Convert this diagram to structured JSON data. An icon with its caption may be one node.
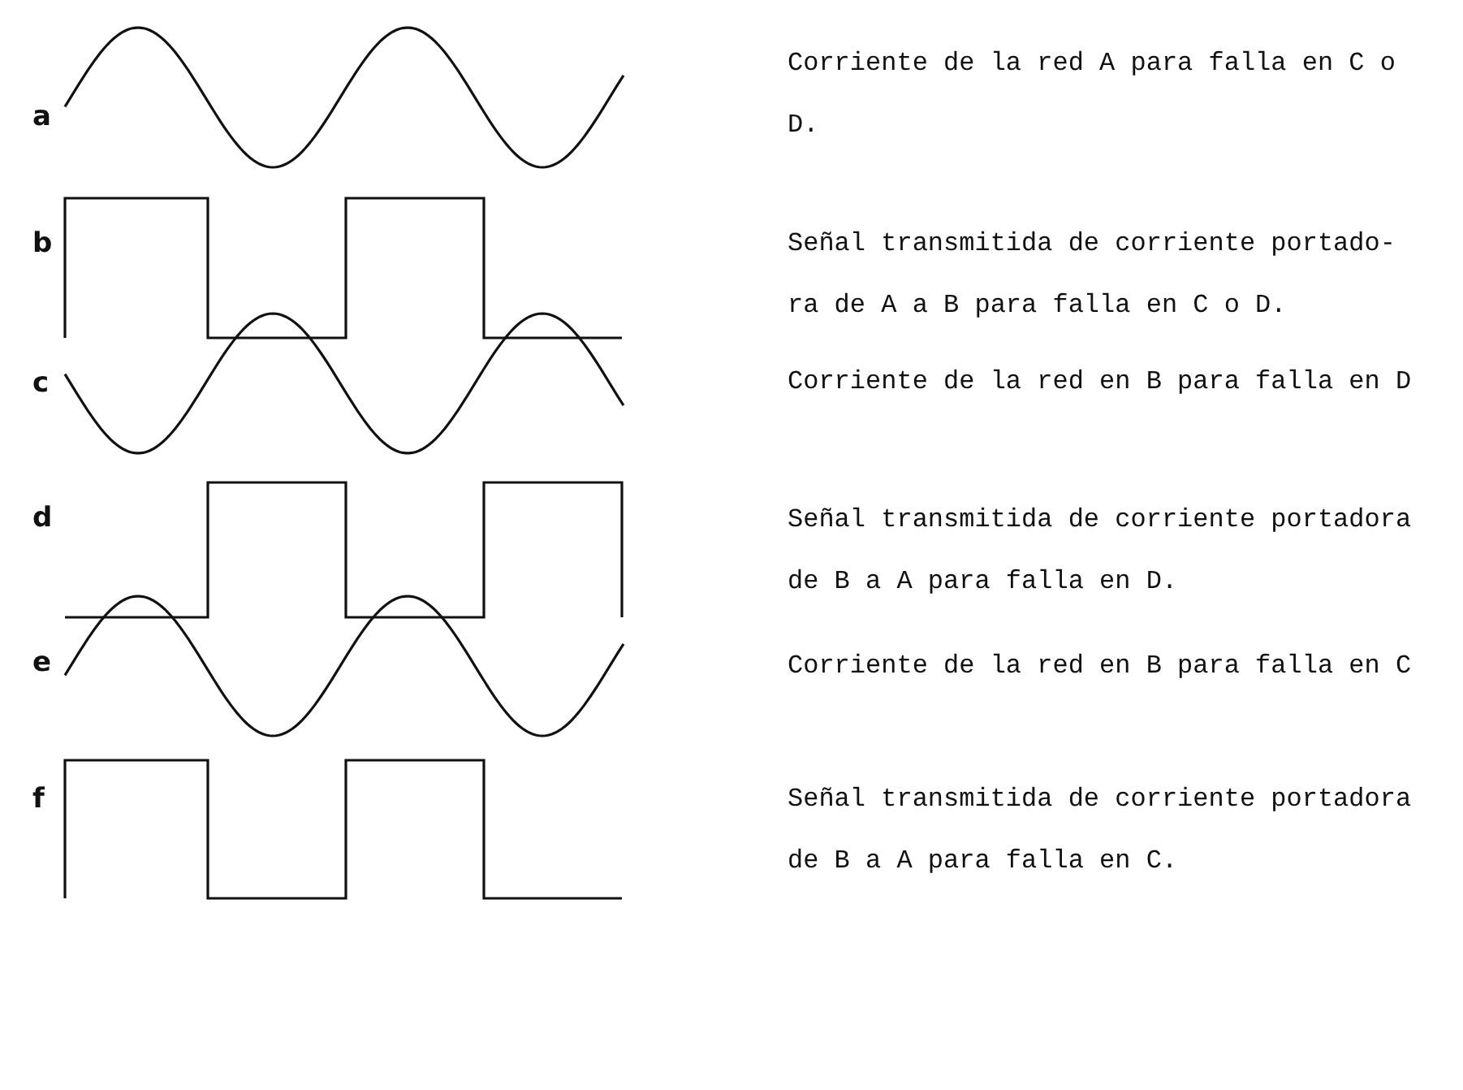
{
  "diagram": {
    "labels": [
      "a",
      "Corriente de la red A para falla en C o D.",
      "b",
      "Señal transmitida de corriente portado- ra de A a B para falla en C o D.",
      "c",
      "Corriente de la red en B para falla en D",
      "d",
      "Señal transmitida de corriente portadora de B a A para falla en D.",
      "e",
      "Corriente de la red en B para falla en C",
      "f",
      "Señal transmitida de corriente portadora de B a A para falla en C."
    ]
  }
}
